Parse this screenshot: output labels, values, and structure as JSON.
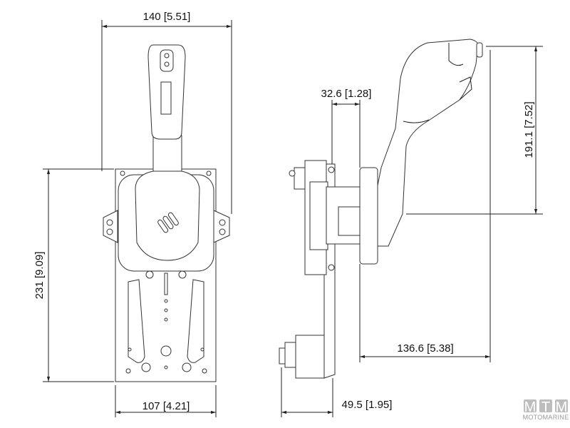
{
  "dimensions": {
    "overall_width": "140 [5.51]",
    "plate_height": "231 [9.09]",
    "plate_width": "107 [4.21]",
    "hub_offset": "32.6 [1.28]",
    "handle_height": "191.1 [7.52]",
    "handle_reach": "136.6 [5.38]",
    "rear_depth": "49.5 [1.95]"
  },
  "logo": {
    "letters": [
      "M",
      "T",
      "M"
    ],
    "subtitle": "MOTOMARINE"
  }
}
